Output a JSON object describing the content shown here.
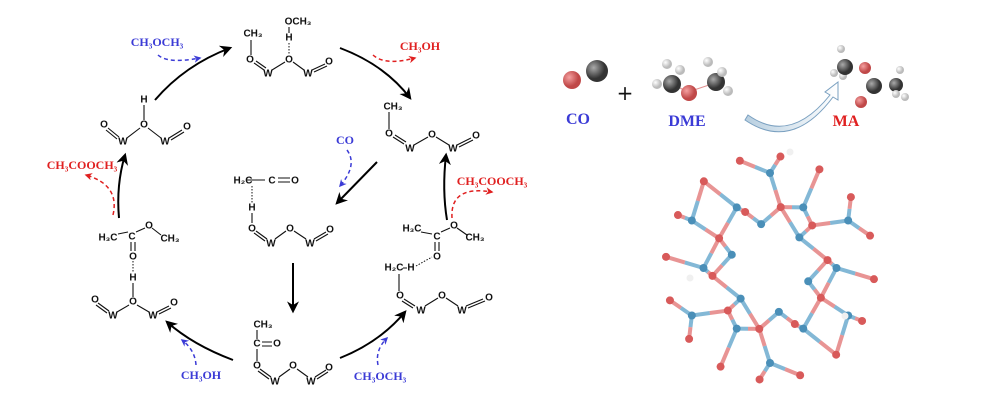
{
  "colors": {
    "reactant": "#3b3bd6",
    "product": "#e02020",
    "bond": "#111111",
    "oxygen": "#e07070",
    "tungsten": "#5aa0c8"
  },
  "cycle": {
    "s1": {
      "atoms": [
        "CH₃",
        "OCH₃",
        "H",
        "O",
        "W",
        "O",
        "W",
        "O"
      ]
    },
    "s2": {
      "atoms": [
        "CH₃",
        "O",
        "W",
        "O",
        "W",
        "O"
      ]
    },
    "s3": {
      "atoms": [
        "H",
        "O",
        "W",
        "O",
        "W",
        "O"
      ]
    },
    "s4": {
      "atoms": [
        "H₂C",
        "C",
        "O",
        "H",
        "O",
        "W",
        "O",
        "W",
        "O"
      ]
    },
    "s5": {
      "atoms": [
        "CH₃",
        "C",
        "O",
        "O",
        "W",
        "O",
        "W",
        "O"
      ]
    },
    "s6": {
      "atoms": [
        "H₃C",
        "C",
        "O",
        "CH₃",
        "O",
        "H",
        "O",
        "O",
        "W",
        "W",
        "O"
      ]
    },
    "s7": {
      "atoms": [
        "H₃C",
        "C",
        "O",
        "CH₃",
        "O",
        "H₂C",
        "H",
        "O",
        "W",
        "O",
        "W",
        "O"
      ]
    }
  },
  "species": {
    "dme_in_top": "CH₃OCH₃",
    "methanol_out_top": "CH₃OH",
    "co_in": "CO",
    "ma_out_left": "CH₃COOCH₃",
    "ma_out_right": "CH₃COOCH₃",
    "methanol_in_bottom": "CH₃OH",
    "dme_in_bottom": "CH₃OCH₃"
  },
  "overall": {
    "co": "CO",
    "plus": "+",
    "dme": "DME",
    "ma": "MA"
  }
}
